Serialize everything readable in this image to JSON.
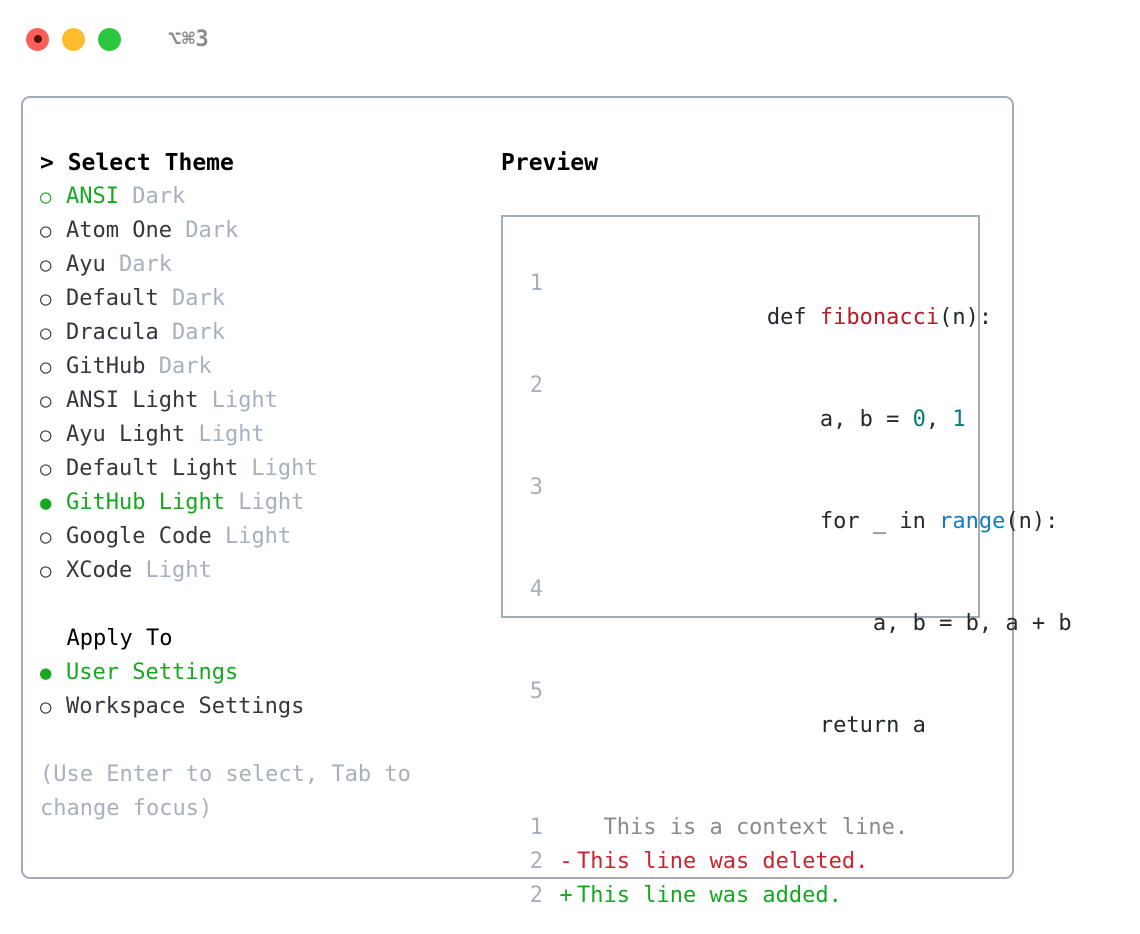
{
  "titlebar": {
    "shortcut": "⌥⌘3",
    "lights": [
      {
        "name": "close",
        "color": "#fc5f57"
      },
      {
        "name": "minimize",
        "color": "#fdbc2e"
      },
      {
        "name": "maximize",
        "color": "#2bc83f"
      }
    ]
  },
  "theme_section": {
    "heading": "> Select Theme",
    "focused": true,
    "items": [
      {
        "marker": "○",
        "label": "ANSI",
        "tag": " Dark",
        "selected": false
      },
      {
        "marker": "○",
        "label": "Atom One",
        "tag": " Dark",
        "selected": false
      },
      {
        "marker": "○",
        "label": "Ayu",
        "tag": " Dark",
        "selected": false
      },
      {
        "marker": "○",
        "label": "Default",
        "tag": " Dark",
        "selected": false
      },
      {
        "marker": "○",
        "label": "Dracula",
        "tag": " Dark",
        "selected": false
      },
      {
        "marker": "○",
        "label": "GitHub",
        "tag": " Dark",
        "selected": false
      },
      {
        "marker": "○",
        "label": "ANSI Light",
        "tag": " Light",
        "selected": false
      },
      {
        "marker": "○",
        "label": "Ayu Light",
        "tag": " Light",
        "selected": false
      },
      {
        "marker": "○",
        "label": "Default Light",
        "tag": " Light",
        "selected": false
      },
      {
        "marker": "●",
        "label": "GitHub Light",
        "tag": " Light",
        "selected": true
      },
      {
        "marker": "○",
        "label": "Google Code",
        "tag": " Light",
        "selected": false
      },
      {
        "marker": "○",
        "label": "XCode",
        "tag": " Light",
        "selected": false
      }
    ]
  },
  "apply_section": {
    "heading": "  Apply To",
    "focused": false,
    "items": [
      {
        "marker": "●",
        "label": "User Settings",
        "tag": "",
        "selected": true
      },
      {
        "marker": "○",
        "label": "Workspace Settings",
        "tag": "",
        "selected": false
      }
    ]
  },
  "hint": "(Use Enter to select, Tab to change focus)",
  "preview": {
    "heading": "Preview",
    "code_lines": [
      {
        "num": "1",
        "gutter": "",
        "tokens": [
          {
            "text": "def ",
            "type": "def"
          },
          {
            "text": "fibonacci",
            "type": "fn"
          },
          {
            "text": "(n):",
            "type": "def"
          }
        ]
      },
      {
        "num": "2",
        "gutter": "",
        "tokens": [
          {
            "text": "    a, b = ",
            "type": "def"
          },
          {
            "text": "0",
            "type": "num"
          },
          {
            "text": ", ",
            "type": "def"
          },
          {
            "text": "1",
            "type": "num"
          }
        ]
      },
      {
        "num": "3",
        "gutter": "",
        "tokens": [
          {
            "text": "    for _ in ",
            "type": "def"
          },
          {
            "text": "range",
            "type": "builtin"
          },
          {
            "text": "(n):",
            "type": "def"
          }
        ]
      },
      {
        "num": "4",
        "gutter": "",
        "tokens": [
          {
            "text": "        a, b = b, a + b",
            "type": "def"
          }
        ]
      },
      {
        "num": "5",
        "gutter": "",
        "tokens": [
          {
            "text": "    return a",
            "type": "def"
          }
        ]
      }
    ],
    "diff_lines": [
      {
        "num": "1",
        "gutter": " ",
        "text": "  This is a context line.",
        "type": "ctx"
      },
      {
        "num": "2",
        "gutter": "-",
        "text": "This line was deleted.",
        "type": "del"
      },
      {
        "num": "2",
        "gutter": "+",
        "text": "This line was added.",
        "type": "add"
      }
    ]
  },
  "colors": {
    "accent_green": "#16a821",
    "diff_delete": "#cb2431",
    "diff_add": "#16a821",
    "muted": "#a7b0bd",
    "border": "#a2abba",
    "function_name": "#b31d28",
    "number": "#067c76",
    "builtin": "#137cc4"
  }
}
